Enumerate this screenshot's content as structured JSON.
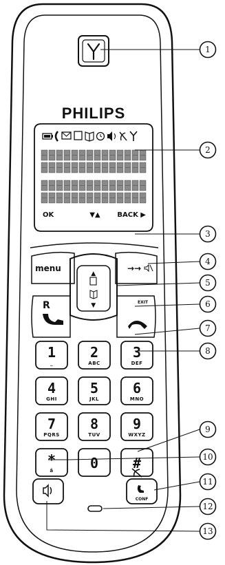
{
  "brand": "PHILIPS",
  "lcd": {
    "status_icons": [
      "battery-icon",
      "handset-icon",
      "envelope-icon",
      "phonebook-icon",
      "book-icon",
      "alarm-icon",
      "speaker-icon",
      "ringer-off-icon",
      "antenna-icon"
    ],
    "softkey_left": "OK",
    "softkey_mid": "▼▲",
    "softkey_right": "BACK ▶"
  },
  "buttons": {
    "menu": "menu",
    "redial": "→→",
    "exit": "EXIT",
    "r": "R",
    "nav_up": "▲",
    "nav_down": "▼"
  },
  "keypad": [
    {
      "main": "1",
      "sub": "_"
    },
    {
      "main": "2",
      "sub": "ABC"
    },
    {
      "main": "3",
      "sub": "DEF"
    },
    {
      "main": "4",
      "sub": "GHI"
    },
    {
      "main": "5",
      "sub": "JKL"
    },
    {
      "main": "6",
      "sub": "MNO"
    },
    {
      "main": "7",
      "sub": "PQRS"
    },
    {
      "main": "8",
      "sub": "TUV"
    },
    {
      "main": "9",
      "sub": "WXYZ"
    },
    {
      "main": "*",
      "sub": "â"
    },
    {
      "main": "0",
      "sub": ""
    },
    {
      "main": "#",
      "sub": ""
    }
  ],
  "conf": "CONF",
  "callouts": [
    "1",
    "2",
    "3",
    "4",
    "5",
    "6",
    "7",
    "8",
    "9",
    "10",
    "11",
    "12",
    "13"
  ]
}
